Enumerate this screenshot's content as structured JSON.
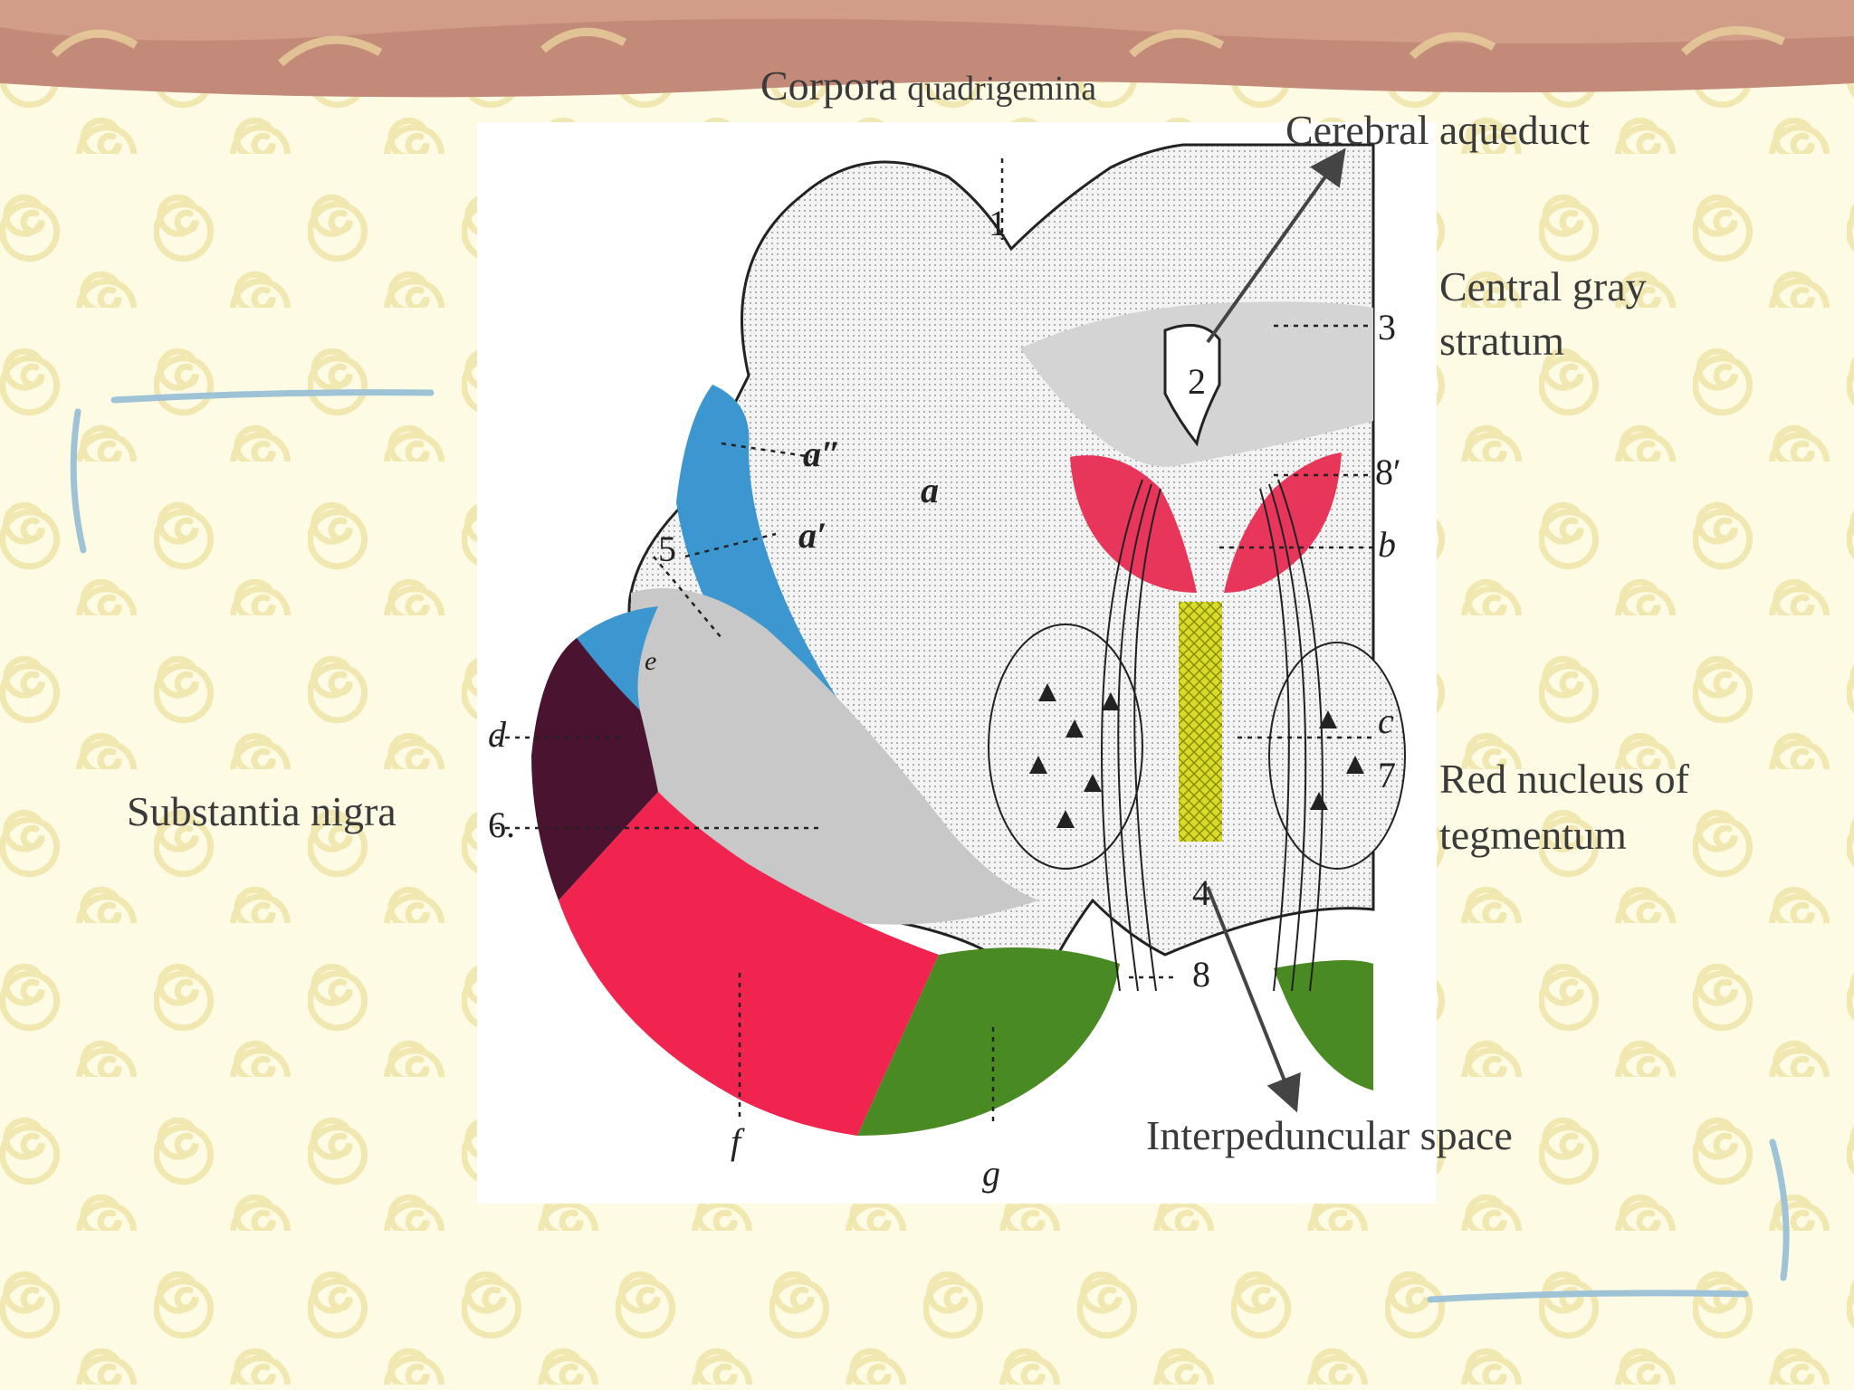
{
  "slide": {
    "title_part1": "Corpora",
    "title_part2": "quadrigemina",
    "labels": {
      "cerebral_aqueduct": "Cerebral aqueduct",
      "central_gray_line1": "Central gray",
      "central_gray_line2": "stratum",
      "substantia_nigra": "Substantia nigra",
      "red_nucleus_line1": "Red nucleus of",
      "red_nucleus_line2": "tegmentum",
      "interpeduncular_space": "Interpeduncular space"
    }
  },
  "figure": {
    "markers": {
      "n1": "1",
      "n2": "2",
      "n3": "3",
      "n4": "4",
      "n5": "5",
      "n6": "6.",
      "n7": "7",
      "n8": "8",
      "n8p": "8′",
      "a": "a",
      "a_upper": "a″",
      "a_lower": "a′",
      "b": "b",
      "c": "c",
      "d": "d",
      "e": "e",
      "f": "f",
      "g": "g"
    },
    "colors": {
      "blue": "#3c96cf",
      "crimson": "#f0244e",
      "dark_purple": "#4a1430",
      "green": "#4a8a22",
      "yellow": "#d8dc26",
      "pink": "#e8355a",
      "gray": "#c8c8c8",
      "stipple": "#ececec"
    }
  },
  "decor": {
    "banner_color": "#c48c7c",
    "swirl_color": "#f2e9b0",
    "bracket_color": "#9fc3d6"
  }
}
